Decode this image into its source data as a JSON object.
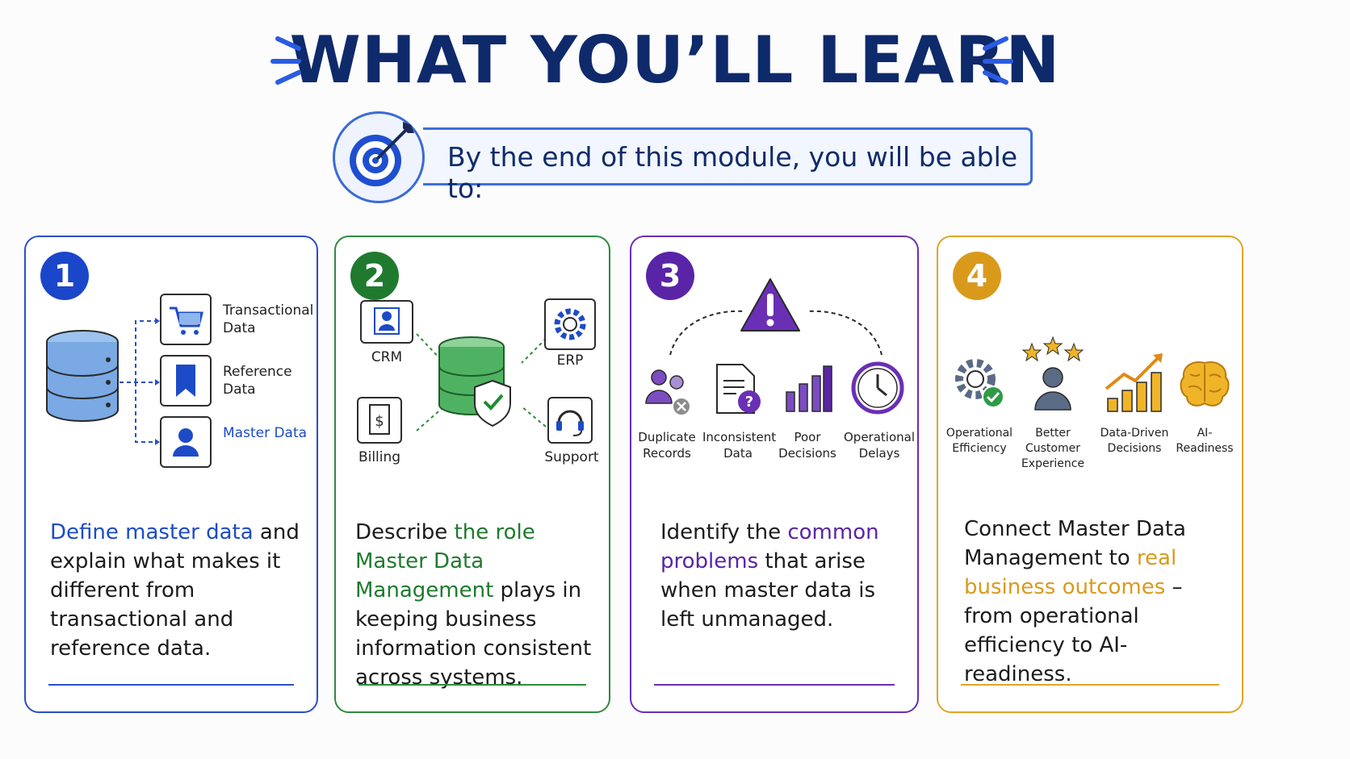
{
  "header": {
    "title": "WHAT YOU’LL LEARN",
    "subtitle": "By the end of this module, you will be able to:"
  },
  "colors": {
    "card1": "#2b4fc7",
    "card2": "#2e8b3e",
    "card3": "#6a2fb5",
    "card4": "#e0a526"
  },
  "cards": [
    {
      "number": "1",
      "labels": [
        "Transactional Data",
        "Reference Data",
        "Master Data"
      ],
      "text": {
        "highlight": "Define master data",
        "rest": " and explain what makes it different from transactional and reference data."
      },
      "icons": [
        "database-icon",
        "shopping-cart-icon",
        "bookmark-icon",
        "user-icon"
      ]
    },
    {
      "number": "2",
      "labels": [
        "CRM",
        "ERP",
        "Billing",
        "Support"
      ],
      "text": {
        "before": "Describe ",
        "highlight": "the role Master Data Management",
        "rest": " plays in keeping business information consistent across systems."
      },
      "icons": [
        "user-icon",
        "gear-icon",
        "billing-icon",
        "headset-icon",
        "database-shield-icon"
      ]
    },
    {
      "number": "3",
      "labels": [
        "Duplicate Records",
        "Inconsistent Data",
        "Poor Decisions",
        "Operational Delays"
      ],
      "text": {
        "before": "Identify the ",
        "highlight": "common problems",
        "rest": " that arise when master data is left unmanaged."
      },
      "icons": [
        "warning-icon",
        "duplicate-users-icon",
        "document-question-icon",
        "bar-chart-icon",
        "clock-icon"
      ]
    },
    {
      "number": "4",
      "labels": [
        "Operational Efficiency",
        "Better Customer Experience",
        "Data-Driven Decisions",
        "AI-Readiness"
      ],
      "text": {
        "before": "Connect Master Data Management to ",
        "highlight": "real business outcomes",
        "rest": " – from operational efficiency to AI-readiness."
      },
      "icons": [
        "gear-check-icon",
        "star-user-icon",
        "growth-chart-icon",
        "brain-icon"
      ]
    }
  ]
}
